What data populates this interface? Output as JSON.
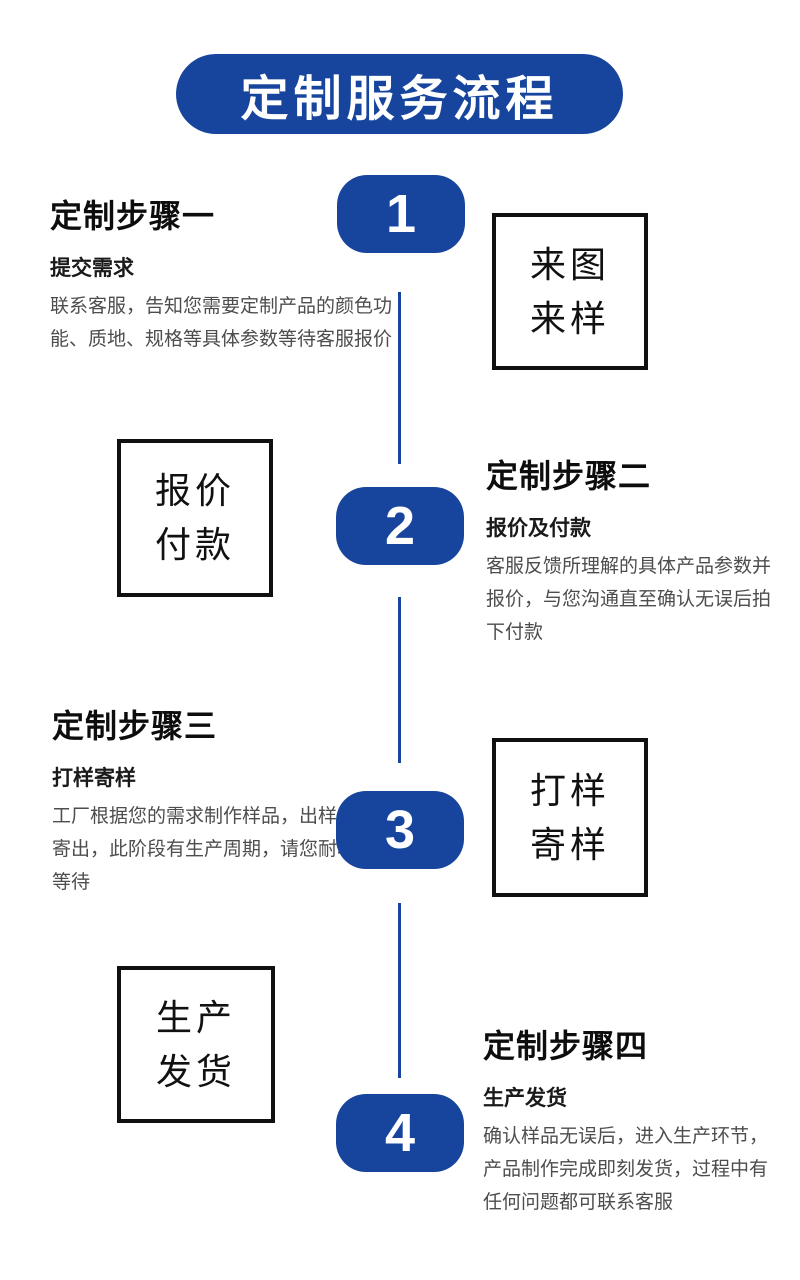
{
  "page": {
    "accent_color": "#17459d",
    "background_color": "#ffffff",
    "title": "定制服务流程"
  },
  "steps": [
    {
      "number": "1",
      "heading": "定制步骤一",
      "subheading": "提交需求",
      "body": "联系客服，告知您需要定制产品的颜色功能、质地、规格等具体参数等待客服报价",
      "box_line1": "来图",
      "box_line2": "来样"
    },
    {
      "number": "2",
      "heading": "定制步骤二",
      "subheading": "报价及付款",
      "body": "客服反馈所理解的具体产品参数并报价，与您沟通直至确认无误后拍下付款",
      "box_line1": "报价",
      "box_line2": "付款"
    },
    {
      "number": "3",
      "heading": "定制步骤三",
      "subheading": "打样寄样",
      "body": "工厂根据您的需求制作样品，出样后寄出，此阶段有生产周期，请您耐心等待",
      "box_line1": "打样",
      "box_line2": "寄样"
    },
    {
      "number": "4",
      "heading": "定制步骤四",
      "subheading": "生产发货",
      "body": "确认样品无误后，进入生产环节，产品制作完成即刻发货，过程中有任何问题都可联系客服",
      "box_line1": "生产",
      "box_line2": "发货"
    }
  ]
}
